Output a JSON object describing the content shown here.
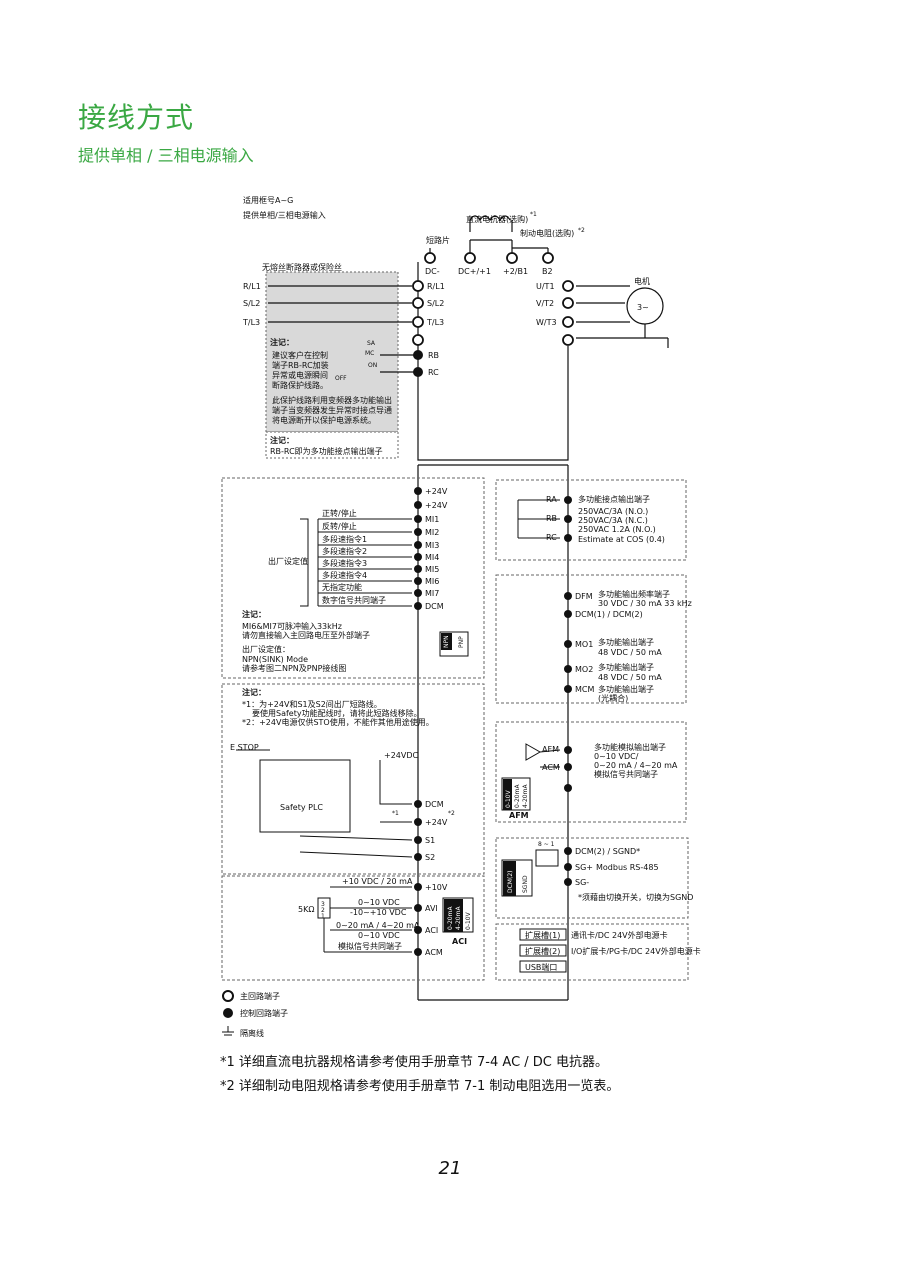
{
  "heading": "接线方式",
  "subheading": "提供单相 / 三相电源输入",
  "diagram": {
    "frame_note_line1": "适用框号A~G",
    "frame_note_line2": "提供单相/三相电源输入",
    "dc_reactor": "直流电抗器(选购)",
    "dc_reactor_mark": "*1",
    "brake_resistor": "制动电阻(选购)",
    "brake_resistor_mark": "*2",
    "jumper": "短路片",
    "fuse_label": "无熔丝断路器或保险丝",
    "dc_terms": [
      "DC-",
      "DC+/+1",
      "+2/B1",
      "B2"
    ],
    "inputs": [
      "R/L1",
      "S/L2",
      "T/L3"
    ],
    "drive_inputs": [
      "R/L1",
      "S/L2",
      "T/L3"
    ],
    "outputs": [
      "U/T1",
      "V/T2",
      "W/T3"
    ],
    "motor": "电机",
    "motor_symbol": "3~",
    "note1_title": "注记：",
    "note1_lines": [
      "建议客户在控制",
      "端子RB-RC加装",
      "异常或电源瞬间",
      "断路保护线路。",
      "",
      "此保护线路利用变频器多功能输出",
      "端子当变频器发生异常时接点导通",
      "将电源断开以保护电源系统。"
    ],
    "sa": "SA",
    "mc": "MC",
    "on": "ON",
    "off": "OFF",
    "rb": "RB",
    "rc": "RC",
    "note2_title": "注记：",
    "note2_line": "RB-RC即为多功能接点输出端子",
    "di_terms": [
      "+24V",
      "+24V",
      "MI1",
      "MI2",
      "MI3",
      "MI4",
      "MI5",
      "MI6",
      "MI7",
      "DCM"
    ],
    "di_labels": [
      "正转/停止",
      "反转/停止",
      "多段速指令1",
      "多段速指令2",
      "多段速指令3",
      "多段速指令4",
      "无指定功能",
      "数字信号共同端子"
    ],
    "factory_setting": "出厂设定值",
    "note3_title": "注记：",
    "note3_lines": [
      "MI6&MI7可脉冲输入33kHz",
      "请勿直接输入主回路电压至外部端子",
      "",
      "出厂设定值：",
      "NPN(SINK) Mode",
      "请参考图二NPN及PNP接线图"
    ],
    "npn": "NPN",
    "pnp": "PNP",
    "note4_title": "注记：",
    "note4_lines": [
      "*1：为+24V和S1及S2间出厂短路线。",
      "要使用Safety功能配线时，请将此短路线移除。",
      "*2：+24V电源仅供STO使用，不能作其他用途使用。"
    ],
    "estop": "E STOP",
    "safety_plc": "Safety PLC",
    "plus24_vdc": "+24VDC",
    "sto_terms": [
      "DCM",
      "+24V",
      "S1",
      "S2"
    ],
    "sto_marks": [
      "*1",
      "*2"
    ],
    "ai_terms": [
      "+10V",
      "AVI",
      "ACI",
      "ACM"
    ],
    "ai_labels": [
      "+10 VDC / 20 mA",
      "0~10 VDC",
      "-10~+10 VDC",
      "0~20 mA / 4~20 mA",
      "0~10 VDC",
      "模拟信号共同端子"
    ],
    "pot": "5KΩ",
    "pot_pins": [
      "3",
      "2",
      "1"
    ],
    "aci_switch": [
      "0-20mA",
      "4-20mA",
      "0-10V"
    ],
    "aci_label": "ACI",
    "relay_title": "多功能接点输出端子",
    "relay_terms": [
      "RA",
      "RB",
      "RC"
    ],
    "relay_specs": [
      "250VAC/3A (N.O.)",
      "250VAC/3A (N.C.)",
      "250VAC 1.2A (N.O.)",
      "Estimate at COS (0.4)"
    ],
    "do_terms": [
      "DFM",
      "DCM(1) / DCM(2)",
      "MO1",
      "MO2",
      "MCM"
    ],
    "do_labels": [
      "多功能输出频率端子",
      "30 VDC / 30 mA 33 kHz",
      "多功能输出端子",
      "48 VDC / 50 mA",
      "多功能输出端子",
      "48 VDC / 50 mA",
      "多功能输出端子",
      "(光耦合)"
    ],
    "ao_terms": [
      "AFM",
      "ACM"
    ],
    "ao_labels": [
      "多功能模拟输出端子",
      "0~10 VDC/",
      "0~20 mA / 4~20 mA",
      "模拟信号共同端子"
    ],
    "afm_switch": [
      "0-10V",
      "0-20mA",
      "4-20mA"
    ],
    "afm_label": "AFM",
    "comm_terms": [
      "DCM(2) / SGND*",
      "SG+",
      "SG-"
    ],
    "comm_modbus": "Modbus  RS-485",
    "comm_pins": "8 ~ 1",
    "comm_note": "*须藉由切换开关，切换为SGND",
    "dcm2_switch": "DCM(2)",
    "sgnd_switch": "SGND",
    "slots": [
      {
        "name": "扩展槽(1)",
        "desc": "通讯卡/DC 24V外部电源卡"
      },
      {
        "name": "扩展槽(2)",
        "desc": "I/O扩展卡/PG卡/DC 24V外部电源卡"
      },
      {
        "name": "USB端口",
        "desc": ""
      }
    ],
    "legend": [
      "主回路端子",
      "控制回路端子",
      "隔离线"
    ]
  },
  "footnotes": [
    "*1  详细直流电抗器规格请参考使用手册章节 7-4 AC / DC 电抗器。",
    "*2  详细制动电阻规格请参考使用手册章节 7-1 制动电阻选用一览表。"
  ],
  "page_number": "21",
  "colors": {
    "heading": "#3aa843",
    "note_bg": "#d9d9d9"
  }
}
